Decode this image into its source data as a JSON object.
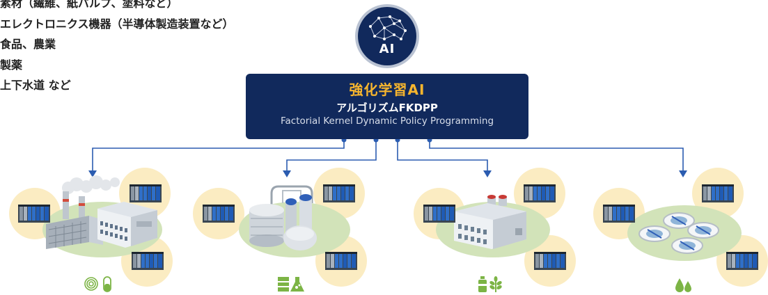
{
  "industries": [
    "素材（繊維、紙パルプ、塗料など）",
    "エレクトロニクス機器（半導体製造装置など）",
    "食品、農業",
    "製薬",
    "上下水道 など"
  ],
  "ai_badge": {
    "label": "AI"
  },
  "ai_box": {
    "title": "強化学習AI",
    "algorithm": "アルゴリズムFKDPP",
    "subtitle": "Factorial Kernel Dynamic Policy Programming"
  },
  "colors": {
    "navy": "#11295c",
    "accent": "#f6b52e",
    "connector": "#2b5cb0",
    "ground": "#d2e3b9",
    "halo": "#fbecc2"
  },
  "plants": [
    {
      "name": "factory",
      "icons": [
        "fiber-roll-icon",
        "capsule-icon"
      ]
    },
    {
      "name": "chemical-plant",
      "icons": [
        "oil-drum-icon",
        "flask-icon"
      ]
    },
    {
      "name": "food-plant",
      "icons": [
        "bottle-icon",
        "wheat-icon"
      ]
    },
    {
      "name": "water-treatment",
      "icons": [
        "water-drops-icon"
      ]
    }
  ]
}
